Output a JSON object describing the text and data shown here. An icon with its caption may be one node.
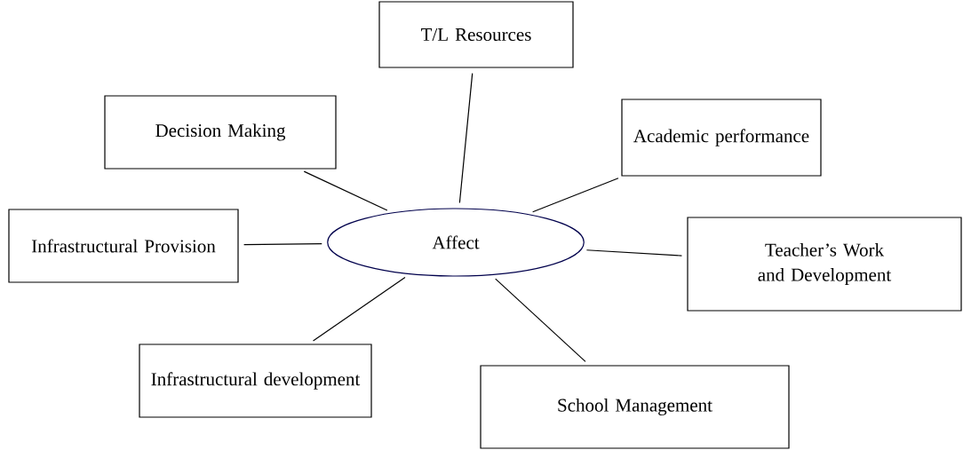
{
  "diagram": {
    "nodes": [
      {
        "text": [
          "T/L Resources"
        ]
      },
      {
        "text": [
          "Decision Making"
        ]
      },
      {
        "text": [
          "Academic performance"
        ]
      },
      {
        "text": [
          "Affect"
        ]
      },
      {
        "text": [
          "Infrastructural Provision"
        ]
      },
      {
        "text": [
          "Teacher’s Work and Development"
        ]
      },
      {
        "text": [
          "Infrastructural development"
        ]
      },
      {
        "text": [
          "School Management"
        ]
      }
    ],
    "edges": [
      {
        "from": 3,
        "to": 0,
        "arrow": "none"
      },
      {
        "from": 3,
        "to": 1,
        "arrow": "none"
      },
      {
        "from": 3,
        "to": 2,
        "arrow": "none"
      },
      {
        "from": 3,
        "to": 4,
        "arrow": "none"
      },
      {
        "from": 3,
        "to": 5,
        "arrow": "none"
      },
      {
        "from": 3,
        "to": 6,
        "arrow": "none"
      },
      {
        "from": 3,
        "to": 7,
        "arrow": "none"
      }
    ]
  }
}
